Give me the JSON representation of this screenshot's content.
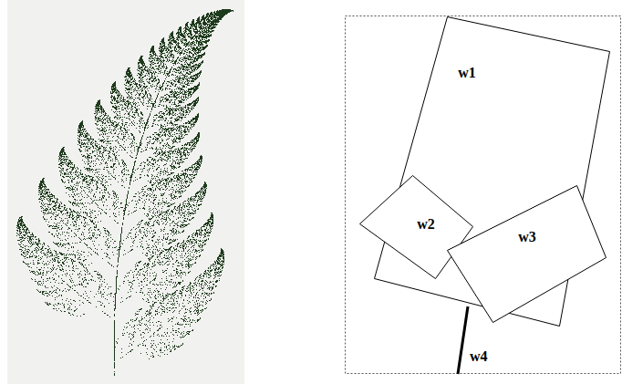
{
  "diagram": {
    "nodes": [
      {
        "text": [
          "w1"
        ]
      },
      {
        "text": [
          "w2"
        ]
      },
      {
        "text": [
          "w3"
        ]
      }
    ],
    "labels": [
      "w4"
    ]
  }
}
